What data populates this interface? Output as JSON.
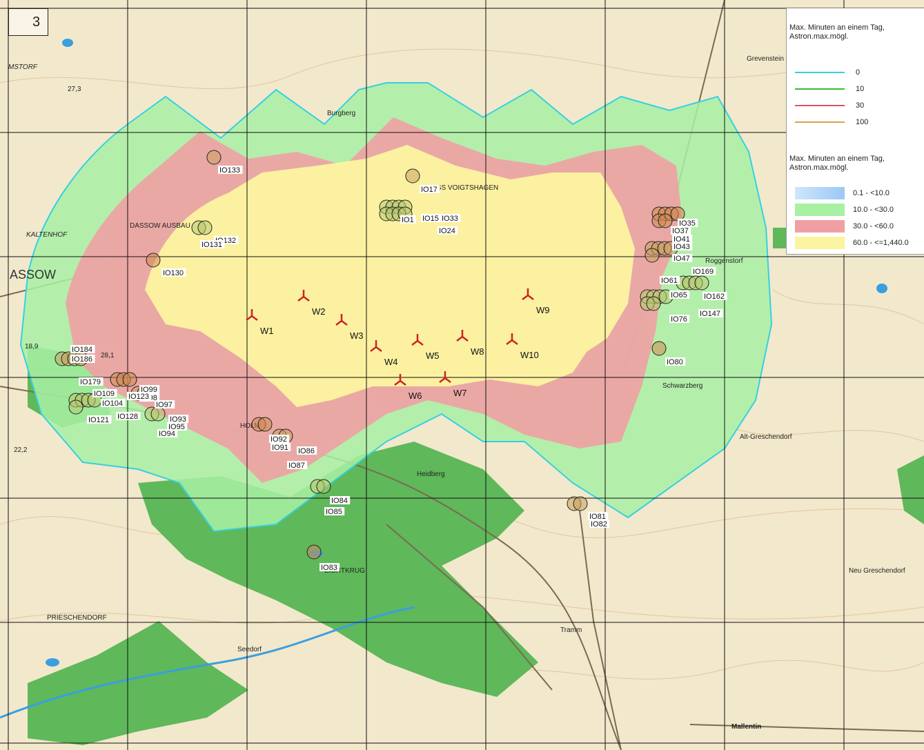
{
  "map": {
    "sheet_number": "3",
    "turbines": [
      {
        "id": "W1"
      },
      {
        "id": "W2"
      },
      {
        "id": "W3"
      },
      {
        "id": "W4"
      },
      {
        "id": "W5"
      },
      {
        "id": "W6"
      },
      {
        "id": "W7"
      },
      {
        "id": "W8"
      },
      {
        "id": "W9"
      },
      {
        "id": "W10"
      }
    ],
    "receptor_labels": [
      "IO133",
      "IO132",
      "IO131",
      "IO130",
      "IO17",
      "IO15",
      "IO33",
      "IO24",
      "IO1",
      "IO35",
      "IO37",
      "IO41",
      "IO43",
      "IO47",
      "IO169",
      "IO61",
      "IO65",
      "IO162",
      "IO147",
      "IO76",
      "IO80",
      "IO81",
      "IO82",
      "IO83",
      "IO84",
      "IO85",
      "IO86",
      "IO87",
      "IO91",
      "IO92",
      "IO93",
      "IO94",
      "IO95",
      "IO97",
      "IO98",
      "IO99",
      "IO104",
      "IO109",
      "IO121",
      "IO123",
      "IO128",
      "IO179",
      "IO184",
      "IO186"
    ],
    "place_names": {
      "mstorf": "MSTORF",
      "kaltenhof": "KALTENHOF",
      "dassow_ausbau": "DASSOW AUSBAU",
      "assow": "ASSOW",
      "gross_voigtshagen": "GROSS VOIGTSHAGEN",
      "burgberg": "Burgberg",
      "schwarzberg": "Schwarzberg",
      "heidberg": "Heidberg",
      "eichtkrug": "EICHTKRUG",
      "prieschendorf": "PRIESCHENDORF",
      "seedorf": "Seedorf",
      "tramm": "Tramm",
      "mallentin": "Mallentin",
      "neu_greschendorf": "Neu Greschendorf",
      "alt_greschendorf": "Alt-Greschendorf",
      "grevenstein": "Grevenstein",
      "roggenstorf": "Roggenstorf",
      "holm": "HOLM"
    },
    "elevations": [
      "27,3",
      "18,9",
      "28,1",
      "22,2"
    ]
  },
  "legend": {
    "section1_title": "Max. Minuten an einem Tag, Astron.max.mögl.",
    "isolines": [
      {
        "label": "0",
        "color": "#35d0e0"
      },
      {
        "label": "10",
        "color": "#2fbf2f"
      },
      {
        "label": "30",
        "color": "#e0505a"
      },
      {
        "label": "100",
        "color": "#d8a050"
      }
    ],
    "section2_title": "Max. Minuten an einem Tag, Astron.max.mögl.",
    "classes": [
      {
        "label": "0.1 - <10.0",
        "color": "#9ac8f4"
      },
      {
        "label": "10.0 - <30.0",
        "color": "#a8f0a4"
      },
      {
        "label": "30.0 - <60.0",
        "color": "#f0a0a4"
      },
      {
        "label": "60.0 - <=1,440.0",
        "color": "#fcf4a0"
      }
    ]
  }
}
